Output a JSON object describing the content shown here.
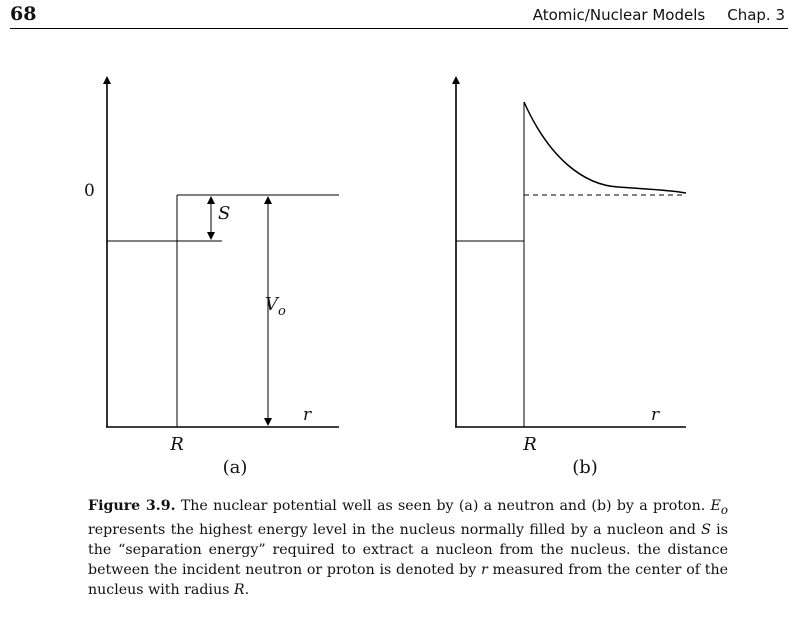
{
  "header": {
    "page_number": "68",
    "running_title": "Atomic/Nuclear Models",
    "chapter": "Chap. 3"
  },
  "figure": {
    "panel_a": {
      "zero_label": "0",
      "s_label": "S",
      "v_label": "V",
      "v_sub": "o",
      "r_label": "r",
      "R_label": "R",
      "panel_label": "(a)"
    },
    "panel_b": {
      "r_label": "r",
      "R_label": "R",
      "panel_label": "(b)"
    }
  },
  "caption": {
    "label": "Figure 3.9.",
    "s1": " The nuclear potential well as seen by (a) a neutron and (b) by a proton. ",
    "e_sym": "E",
    "e_sub": "o",
    "s2": " represents the highest energy level in the nucleus normally filled by a nucleon and ",
    "s_sym": "S",
    "s3": " is the “separation energy” required to extract a nucleon from the nucleus. the distance between the incident neutron or proton is denoted by ",
    "r_sym": "r",
    "s4": " measured from the center of the nucleus with radius ",
    "R_sym": "R",
    "s5": "."
  }
}
